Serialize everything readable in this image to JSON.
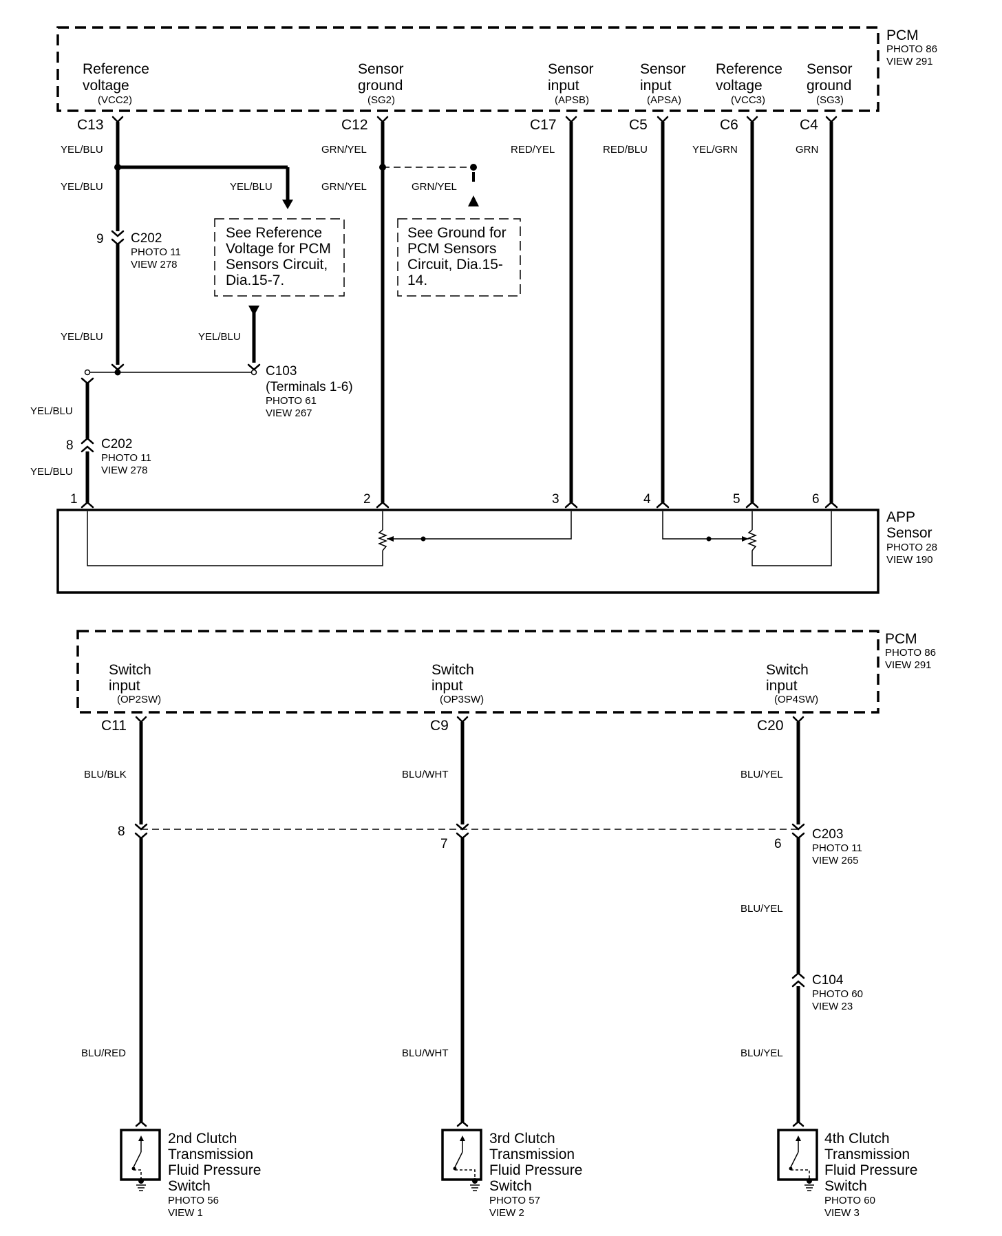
{
  "pcm_top": {
    "title": "PCM",
    "photo": "PHOTO 86",
    "view": "VIEW 291",
    "terminals": [
      {
        "l1": "Reference",
        "l2": "voltage",
        "sig": "(VCC2)",
        "pin": "C13",
        "wire": "YEL/BLU"
      },
      {
        "l1": "Sensor",
        "l2": "ground",
        "sig": "(SG2)",
        "pin": "C12",
        "wire": "GRN/YEL"
      },
      {
        "l1": "Sensor",
        "l2": "input",
        "sig": "(APSB)",
        "pin": "C17",
        "wire": "RED/YEL"
      },
      {
        "l1": "Sensor",
        "l2": "input",
        "sig": "(APSA)",
        "pin": "C5",
        "wire": "RED/BLU"
      },
      {
        "l1": "Reference",
        "l2": "voltage",
        "sig": "(VCC3)",
        "pin": "C6",
        "wire": "YEL/GRN"
      },
      {
        "l1": "Sensor",
        "l2": "ground",
        "sig": "(SG3)",
        "pin": "C4",
        "wire": "GRN"
      }
    ]
  },
  "top_wires": {
    "yel_blu": "YEL/BLU",
    "grn_yel": "GRN/YEL"
  },
  "ref_note": {
    "l1": "See  Reference",
    "l2": "Voltage for PCM",
    "l3": "Sensors Circuit,",
    "l4": "Dia.15-7."
  },
  "gnd_note": {
    "l1": "See Ground for",
    "l2": "PCM Sensors",
    "l3": "Circuit, Dia.15-",
    "l4": "14."
  },
  "c202_a": {
    "pin": "9",
    "name": "C202",
    "photo": "PHOTO 11",
    "view": "VIEW 278"
  },
  "c202_b": {
    "pin": "8",
    "name": "C202",
    "photo": "PHOTO 11",
    "view": "VIEW 278"
  },
  "c103": {
    "name": "C103",
    "terminals": "(Terminals 1-6)",
    "photo": "PHOTO 61",
    "view": "VIEW 267"
  },
  "app_sensor": {
    "l1": "APP",
    "l2": "Sensor",
    "photo": "PHOTO 28",
    "view": "VIEW 190",
    "pins": [
      "1",
      "2",
      "3",
      "4",
      "5",
      "6"
    ]
  },
  "pcm_bottom": {
    "title": "PCM",
    "photo": "PHOTO 86",
    "view": "VIEW 291",
    "terminals": [
      {
        "l1": "Switch",
        "l2": "input",
        "sig": "(OP2SW)",
        "pin": "C11",
        "wire_top": "BLU/BLK",
        "c203_pin": "8",
        "wire_bot": "BLU/RED"
      },
      {
        "l1": "Switch",
        "l2": "input",
        "sig": "(OP3SW)",
        "pin": "C9",
        "wire_top": "BLU/WHT",
        "c203_pin": "7",
        "wire_bot": "BLU/WHT"
      },
      {
        "l1": "Switch",
        "l2": "input",
        "sig": "(OP4SW)",
        "pin": "C20",
        "wire_top": "BLU/YEL",
        "c203_pin": "6",
        "wire_mid": "BLU/YEL",
        "wire_bot": "BLU/YEL"
      }
    ]
  },
  "c203": {
    "name": "C203",
    "photo": "PHOTO 11",
    "view": "VIEW 265"
  },
  "c104": {
    "name": "C104",
    "photo": "PHOTO 60",
    "view": "VIEW 23"
  },
  "switches": [
    {
      "l1": "2nd Clutch",
      "l2": "Transmission",
      "l3": "Fluid Pressure",
      "l4": "Switch",
      "photo": "PHOTO 56",
      "view": "VIEW 1"
    },
    {
      "l1": "3rd Clutch",
      "l2": "Transmission",
      "l3": "Fluid Pressure",
      "l4": "Switch",
      "photo": "PHOTO 57",
      "view": "VIEW 2"
    },
    {
      "l1": "4th Clutch",
      "l2": "Transmission",
      "l3": "Fluid Pressure",
      "l4": "Switch",
      "photo": "PHOTO 60",
      "view": "VIEW 3"
    }
  ]
}
